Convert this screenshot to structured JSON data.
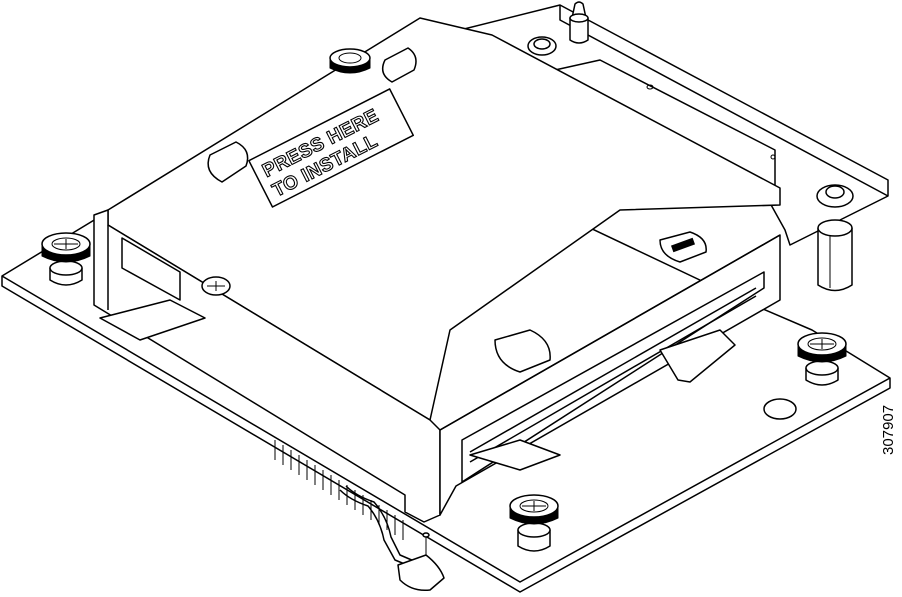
{
  "label": {
    "line1": "PRESS HERE",
    "line2": "TO INSTALL"
  },
  "figure_number": "307907",
  "colors": {
    "line": "#000000",
    "paper": "#ffffff"
  },
  "icons": [
    "thumbscrew-icon",
    "screw-icon",
    "standoff-icon",
    "connector-pins-icon"
  ]
}
